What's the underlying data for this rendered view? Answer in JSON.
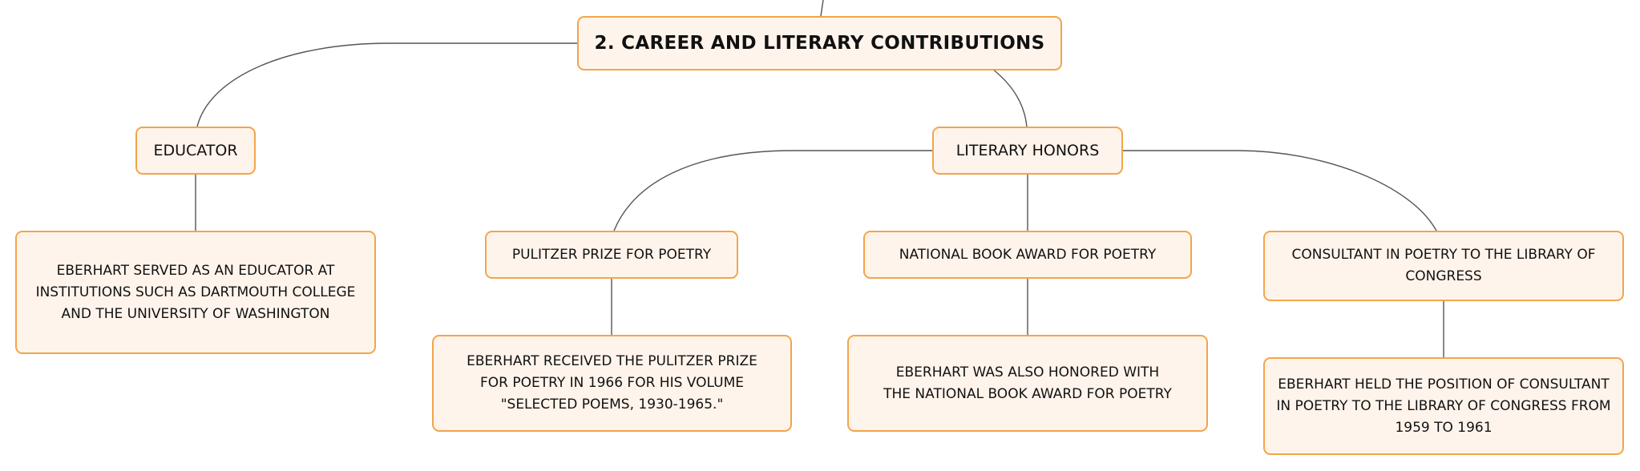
{
  "diagram": {
    "root": {
      "label": "2. CAREER AND LITERARY CONTRIBUTIONS"
    },
    "educator": {
      "label": "EDUCATOR",
      "detail": "EBERHART SERVED AS AN EDUCATOR AT INSTITUTIONS SUCH AS DARTMOUTH COLLEGE AND THE UNIVERSITY OF WASHINGTON"
    },
    "literary_honors": {
      "label": "LITERARY HONORS",
      "children": [
        {
          "label": "PULITZER PRIZE FOR POETRY",
          "detail": "EBERHART RECEIVED THE PULITZER PRIZE FOR POETRY IN 1966 FOR HIS VOLUME \"SELECTED POEMS, 1930-1965.\""
        },
        {
          "label": "NATIONAL BOOK AWARD FOR POETRY",
          "detail": "EBERHART WAS ALSO HONORED WITH THE NATIONAL BOOK AWARD FOR POETRY"
        },
        {
          "label": "CONSULTANT IN POETRY TO THE LIBRARY OF CONGRESS",
          "detail": "EBERHART HELD THE POSITION OF CONSULTANT IN POETRY TO THE LIBRARY OF CONGRESS FROM 1959 TO 1961"
        }
      ]
    },
    "colors": {
      "node_fill": "#fff4ec",
      "node_border": "#f2a54a",
      "connector": "#555555"
    }
  }
}
